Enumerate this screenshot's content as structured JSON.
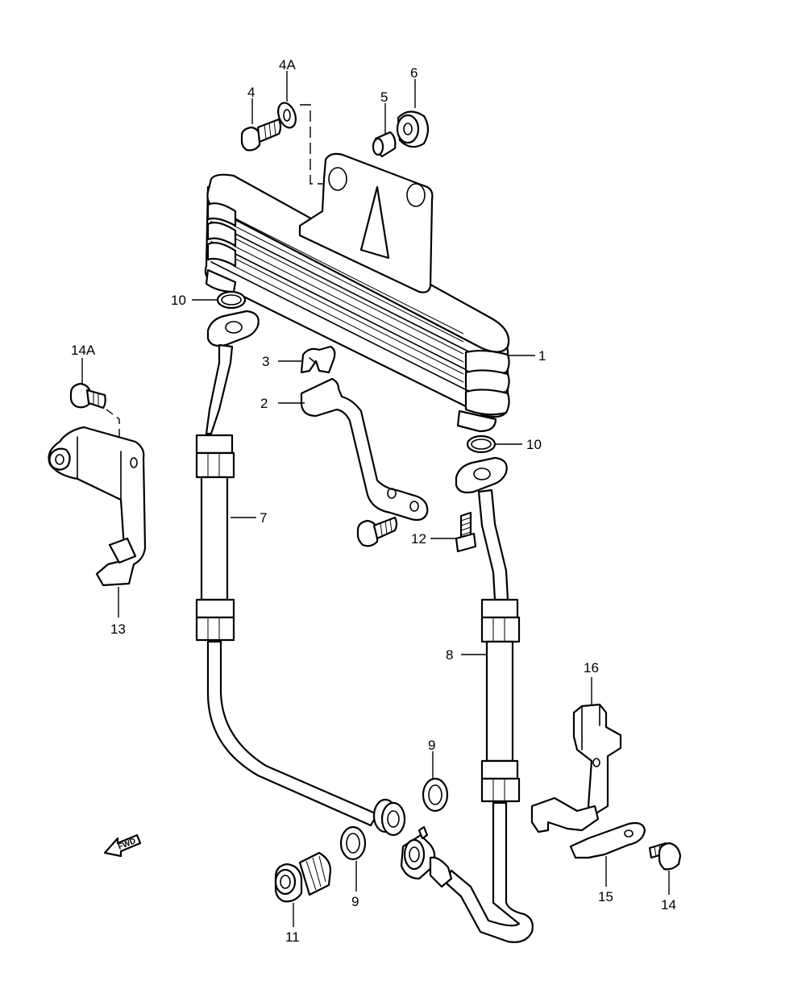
{
  "callouts": {
    "c1": "1",
    "c2": "2",
    "c3": "3",
    "c4": "4",
    "c4a": "4A",
    "c5": "5",
    "c6": "6",
    "c7": "7",
    "c8": "8",
    "c9a": "9",
    "c9b": "9",
    "c10a": "10",
    "c10b": "10",
    "c11": "11",
    "c12": "12",
    "c13": "13",
    "c14": "14",
    "c14a": "14A",
    "c15": "15",
    "c16": "16"
  },
  "fwd_label": "FWD"
}
